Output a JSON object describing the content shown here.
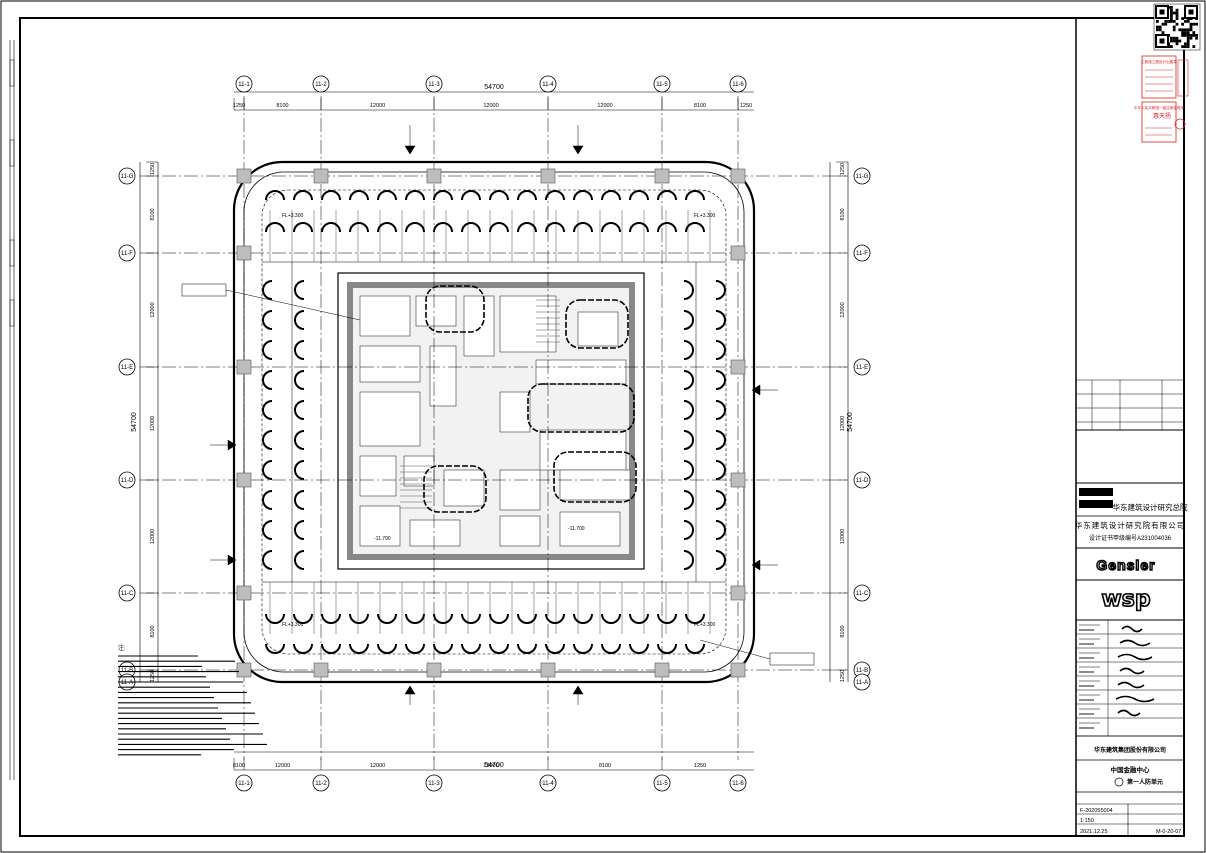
{
  "drawing": {
    "columns_top": [
      "11-1",
      "11-2",
      "11-3",
      "11-4",
      "11-5",
      "11-6"
    ],
    "columns_bottom": [
      "11-1",
      "11-2",
      "11-3",
      "11-4",
      "11-5",
      "11-6"
    ],
    "rows_left": [
      "11-G",
      "11-F",
      "11-E",
      "11-D",
      "11-C",
      "11-B",
      "11-A"
    ],
    "rows_right": [
      "11-G",
      "11-F",
      "11-E",
      "11-D",
      "11-C",
      "11-B",
      "11-A"
    ],
    "overall_dimension": "54700",
    "top_spans": [
      "1250",
      "8100",
      "12000",
      "12000",
      "12000",
      "8100",
      "1250"
    ],
    "bottom_spans": [
      "8100",
      "12000",
      "12000",
      "12000",
      "8100",
      "1250"
    ],
    "left_spans": [
      "1250",
      "8100",
      "12000",
      "12000",
      "12000",
      "8100",
      "1250"
    ],
    "right_spans": [
      "1250",
      "8100",
      "12000",
      "12000",
      "12000",
      "8100",
      "1250"
    ],
    "vertical_overall": "54700",
    "elevation_labels": [
      "FL+3.300",
      "FL+3.300",
      "FL+3.300",
      "FL+3.300"
    ],
    "level_marks": [
      "-11.700",
      "-11.700"
    ],
    "notes_title": "注:"
  },
  "title_block": {
    "institute_name": "华东建筑设计研究总院",
    "company_name": "华东建筑设计研究院有限公司",
    "certificate_line": "设计证书甲级编号A231004036",
    "partner_1": "Gensler",
    "partner_2": "wsp",
    "client": "华东建筑集团股份有限公司",
    "project_name": "中国金融中心",
    "drawing_title": "第一人防单元",
    "drawing_number": "F-202055004",
    "scale": "1:150",
    "date": "2021.12.25",
    "sheet_code": "M-0-20-07"
  },
  "stamp": {
    "title": "工程施工图设计出图章",
    "chinese_line": "中华人民共和国一级注册建筑师",
    "name": "惠天扬"
  }
}
